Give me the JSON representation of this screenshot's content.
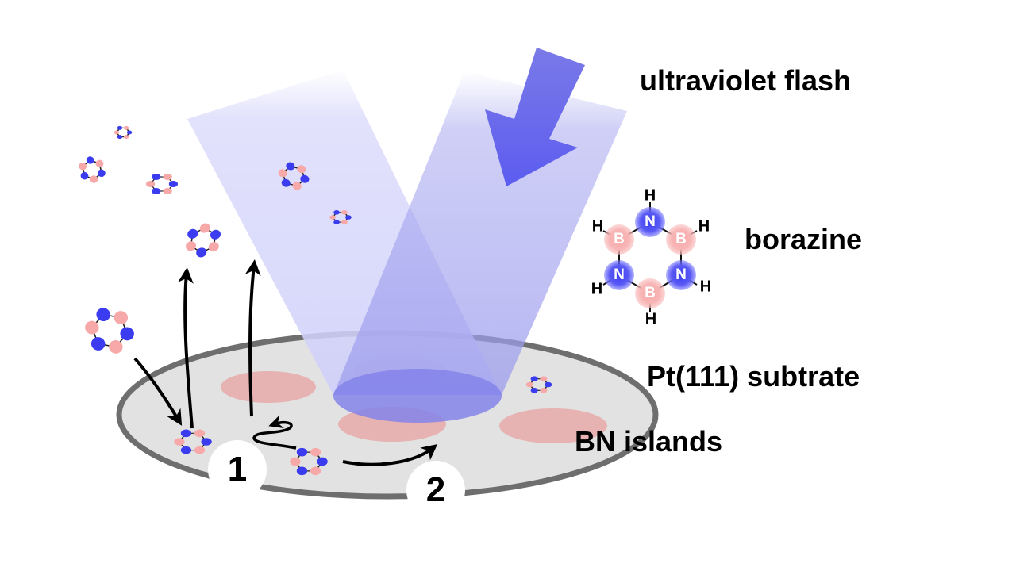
{
  "labels": {
    "uv": "ultraviolet flash",
    "borazine": "borazine",
    "substrate": "Pt(111) subtrate",
    "islands": "BN islands"
  },
  "steps": [
    "1",
    "2"
  ],
  "borazine_structure": {
    "atoms": [
      "N",
      "B",
      "B",
      "N",
      "B",
      "N"
    ],
    "hydrogen": "H"
  },
  "colors": {
    "nitrogen": "#3b3bf0",
    "boron": "#f7a9a9",
    "beam": "#b8b8f4",
    "arrow_uv": "#6666ee",
    "substrate": "#e2e2e2",
    "substrate_edge": "#6e6e6e",
    "island": "#e8a9a9"
  }
}
